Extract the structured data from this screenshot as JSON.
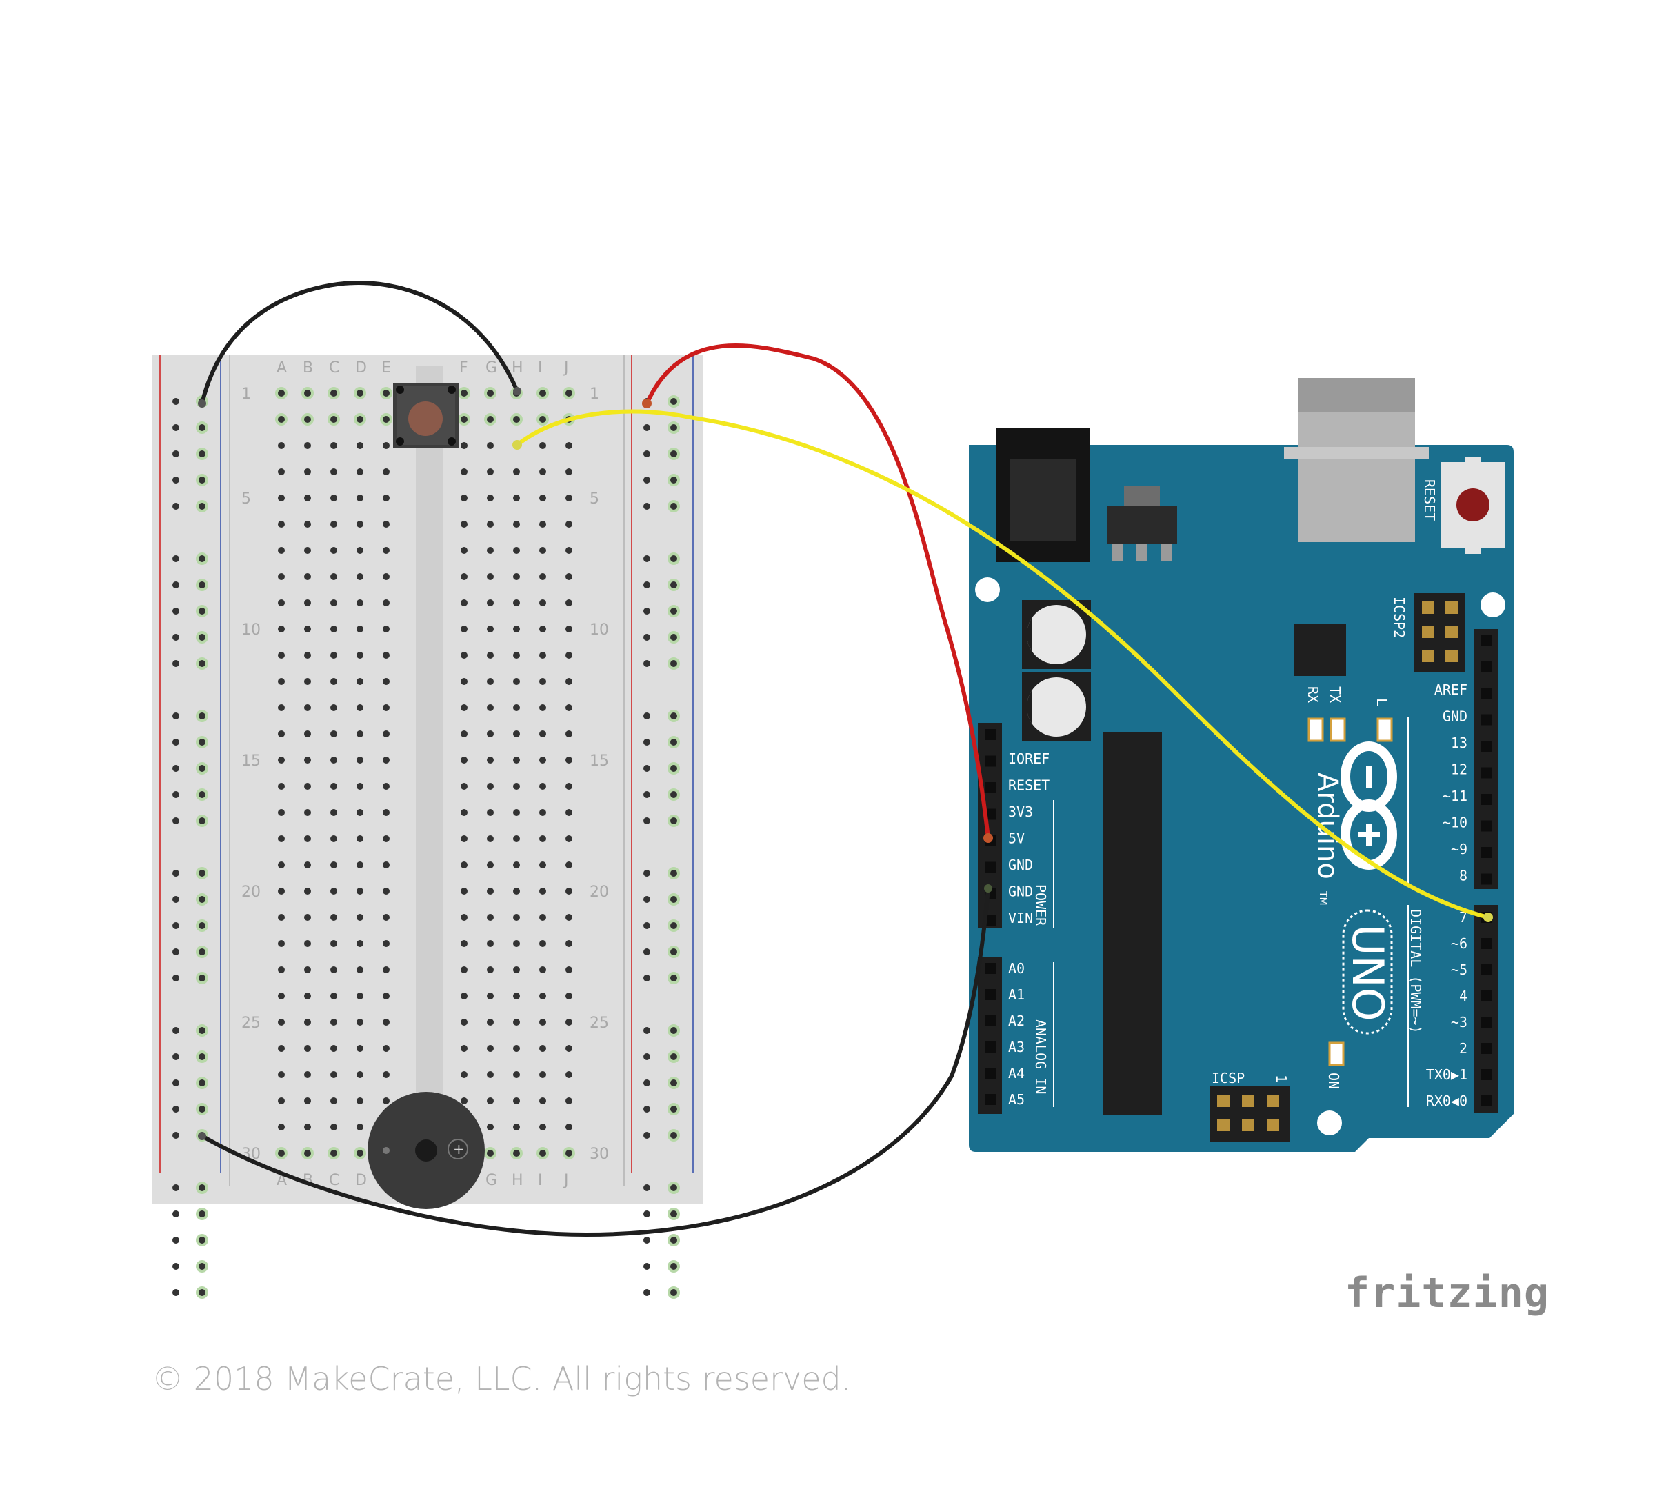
{
  "breadboard": {
    "col_letters_left": [
      "A",
      "B",
      "C",
      "D",
      "E"
    ],
    "col_letters_right": [
      "F",
      "G",
      "H",
      "I",
      "J"
    ],
    "row_labels": [
      "1",
      "5",
      "10",
      "15",
      "20",
      "25",
      "30"
    ],
    "rows": 30
  },
  "arduino": {
    "reset_label": "RESET",
    "icsp2_label": "ICSP2",
    "icsp_label": "ICSP",
    "icsp_pin1": "1",
    "led_rx": "RX",
    "led_tx": "TX",
    "led_l": "L",
    "led_on": "ON",
    "brand": "Arduino",
    "trademark": "TM",
    "model": "UNO",
    "power_pins": [
      "IOREF",
      "RESET",
      "3V3",
      "5V",
      "GND",
      "GND",
      "VIN"
    ],
    "power_group": "POWER",
    "analog_pins": [
      "A0",
      "A1",
      "A2",
      "A3",
      "A4",
      "A5"
    ],
    "analog_group": "ANALOG IN",
    "digital_top": [
      "AREF",
      "GND",
      "13",
      "12",
      "~11",
      "~10",
      "~9",
      "8"
    ],
    "digital_bottom": [
      "7",
      "~6",
      "~5",
      "4",
      "~3",
      "2",
      "TX0▶1",
      "RX0◀0"
    ],
    "digital_group": "DIGITAL (PWM=~)"
  },
  "wires": [
    {
      "name": "black-wire-top",
      "color": "#1e1e1e"
    },
    {
      "name": "red-wire",
      "color": "#cc1b1b"
    },
    {
      "name": "yellow-wire",
      "color": "#f2e71e"
    },
    {
      "name": "black-wire-bottom",
      "color": "#1e1e1e"
    }
  ],
  "components": {
    "pushbutton": "pushbutton-icon",
    "buzzer": "piezo-buzzer-icon",
    "buzzer_polarity": "+"
  },
  "logo_text": "fritzing",
  "footer_text": "© 2018 MakeCrate, LLC.  All rights reserved."
}
